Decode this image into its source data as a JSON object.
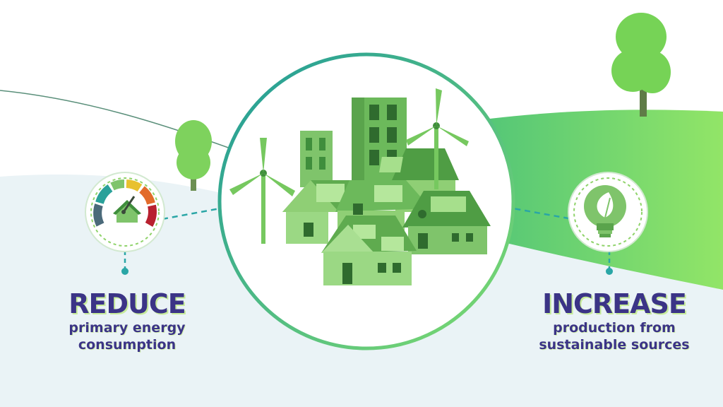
{
  "colors": {
    "title_text": "#3b3486",
    "text_shadow": "#c7ec9a",
    "hill_green_light": "#8ee06a",
    "hill_green_dark": "#3fbf7a",
    "ground_pale": "#eaf3f6",
    "building_green": "#7fc46b",
    "building_dark": "#3f8e3c",
    "connector_teal": "#2aa6a6"
  },
  "left": {
    "heading": "REDUCE",
    "line1": "primary energy",
    "line2": "consumption",
    "icon": "energy-gauge-icon"
  },
  "right": {
    "heading": "INCREASE",
    "line1": "production from",
    "line2": "sustainable sources",
    "icon": "leaf-bulb-icon"
  },
  "center": {
    "icon": "green-village-icon"
  }
}
